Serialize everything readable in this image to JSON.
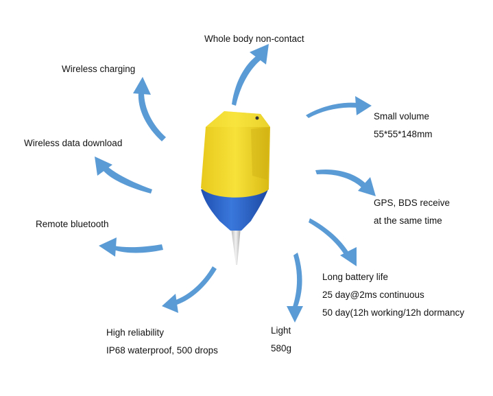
{
  "colors": {
    "arrow": "#5b9bd5",
    "housing_yellow": "#f2d92a",
    "housing_blue": "#2a64c8",
    "probe": "#d8d8d8"
  },
  "device": {
    "icon": "sensor-device-icon"
  },
  "features": {
    "top": {
      "lines": [
        "Whole body non-contact"
      ]
    },
    "wireless_charging": {
      "lines": [
        "Wireless charging"
      ]
    },
    "wireless_download": {
      "lines": [
        "Wireless data download"
      ]
    },
    "remote_bluetooth": {
      "lines": [
        "Remote bluetooth"
      ]
    },
    "high_reliability": {
      "lines": [
        "High reliability",
        "IP68 waterproof, 500 drops"
      ]
    },
    "light": {
      "lines": [
        "Light",
        "580g"
      ]
    },
    "battery": {
      "lines": [
        "Long battery life",
        "25 day@2ms continuous",
        "50 day(12h working/12h dormancy"
      ]
    },
    "gps": {
      "lines": [
        "GPS, BDS receive",
        "at the same time"
      ]
    },
    "small_volume": {
      "lines": [
        "Small volume",
        "55*55*148mm"
      ]
    }
  }
}
